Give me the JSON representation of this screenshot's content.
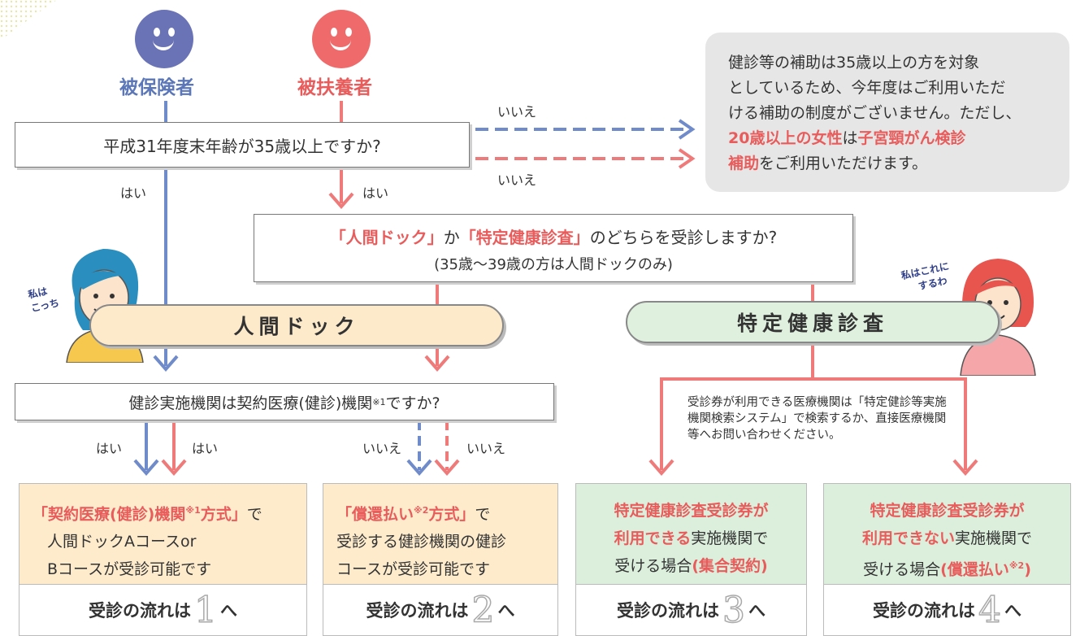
{
  "who": {
    "insured": "被保険者",
    "dependent": "被扶養者"
  },
  "q1": "平成31年度末年齢が35歳以上ですか?",
  "labels": {
    "no_top": "いいえ",
    "no_bottom": "いいえ",
    "yes_left": "はい",
    "yes_right": "はい",
    "yes_a": "はい",
    "yes_b": "はい",
    "no_a": "いいえ",
    "no_b": "いいえ"
  },
  "info": {
    "line1": "健診等の補助は35歳以上の方を対象",
    "line2": "としているため、今年度はご利用いただ",
    "line3": "ける補助の制度がございません。ただし、",
    "line4_red1": "20歳以上の女性",
    "line4_mid": "は",
    "line4_red2": "子宮頸がん検診",
    "line5_red": "補助",
    "line5_rest": "をご利用いただけます。"
  },
  "q2": {
    "red1": "「人間ドック」",
    "mid": "か",
    "red2": "「特定健康診査」",
    "rest": "のどちらを受診しますか?",
    "sub": "(35歳〜39歳の方は人間ドックのみ)"
  },
  "pills": {
    "dock": "人間ドック",
    "tokutei": "特定健康診査"
  },
  "speech": {
    "left_1": "私は",
    "left_2": "こっち",
    "right_1": "私はこれに",
    "right_2": "するわ"
  },
  "q3": {
    "text": "健診実施機関は契約医療(健診)機関",
    "sup": "※1",
    "rest": "ですか?"
  },
  "note": "受診券が利用できる医療機関は「特定健診等実施機関検索システム」で検索するか、直接医療機関等へお問い合わせください。",
  "cards": {
    "c1": {
      "red": "「契約医療(健診)機関",
      "sup": "※1",
      "red2": "方式」",
      "tail": "で",
      "line2": "人間ドックAコースor",
      "line3": "Bコースが受診可能です"
    },
    "c2": {
      "red": "「償還払い",
      "sup": "※2",
      "red2": "方式」",
      "tail": "で",
      "line2": "受診する健診機関の健診",
      "line3": "コースが受診可能です"
    },
    "c3": {
      "line1": "特定健康診査受診券が",
      "line2_red": "利用できる",
      "line2_rest": "実施機関で",
      "line3_a": "受ける場合",
      "line3_red": "(集合契約)"
    },
    "c4": {
      "line1": "特定健康診査受診券が",
      "line2_red": "利用できない",
      "line2_rest": "実施機関で",
      "line3_a": "受ける場合",
      "line3_red": "(償還払い",
      "line3_sup": "※2",
      "line3_end": ")"
    },
    "flow_prefix": "受診の流れは",
    "flow_suffix": "へ",
    "nums": [
      "1",
      "2",
      "3",
      "4"
    ]
  },
  "colors": {
    "blue": "#5b77b8",
    "red": "#e85c5c",
    "orange_bg": "#fdebcc",
    "green_bg": "#dcefdc",
    "info_bg": "#e6e6e6"
  }
}
